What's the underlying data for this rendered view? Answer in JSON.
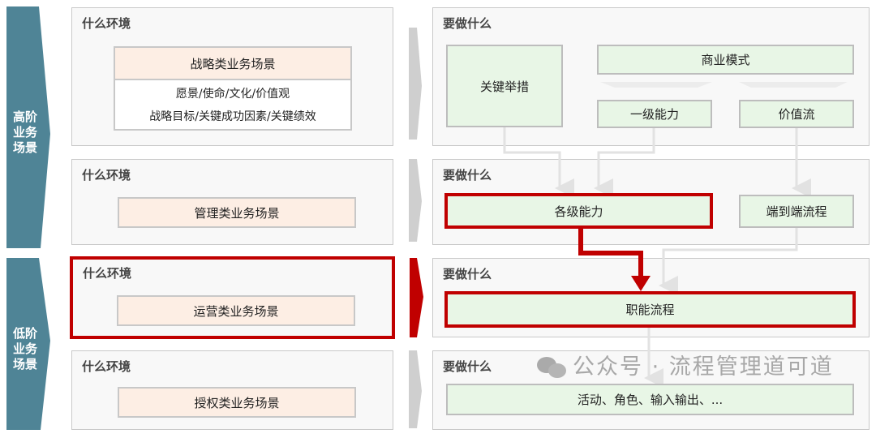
{
  "left_bands": [
    {
      "label": "高阶业务场景",
      "lines": [
        "高阶",
        "业务",
        "场景"
      ]
    },
    {
      "label": "低阶业务场景",
      "lines": [
        "低阶",
        "业务",
        "场景"
      ]
    }
  ],
  "env_title": "什么环境",
  "todo_title": "要做什么",
  "environments": [
    {
      "scene": "战略类业务场景",
      "details": [
        "愿景/使命/文化/价值观",
        "战略目标/关键成功因素/关键绩效"
      ]
    },
    {
      "scene": "管理类业务场景"
    },
    {
      "scene": "运营类业务场景",
      "highlighted": true
    },
    {
      "scene": "授权类业务场景"
    }
  ],
  "todo": {
    "key_measures": "关键举措",
    "business_model": "商业模式",
    "level1_capability": "一级能力",
    "value_stream": "价值流",
    "capabilities": "各级能力",
    "e2e_process": "端到端流程",
    "functional_process": "职能流程",
    "activities": "活动、角色、输入输出、..."
  },
  "watermark": "公众号 · 流程管理道可道",
  "colors": {
    "band": "#4f8496",
    "highlight": "#c00000",
    "pink": "#fdeee4",
    "green": "#e8f6e6"
  }
}
